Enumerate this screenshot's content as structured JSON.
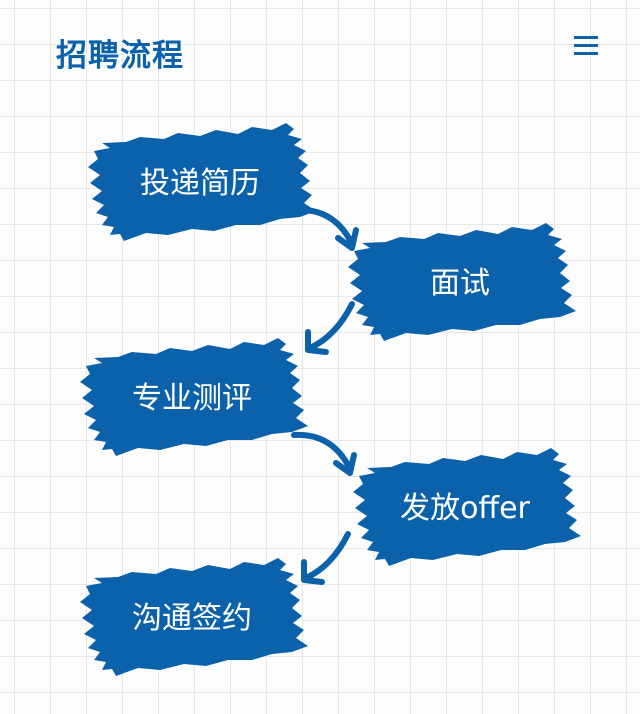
{
  "header": {
    "title": "招聘流程",
    "menu_icon": "hamburger-menu-icon"
  },
  "colors": {
    "brand": "#0b62ab",
    "grid": "#e6e6e6",
    "background": "#fdfdfd"
  },
  "steps": [
    {
      "label": "投递简历"
    },
    {
      "label": "面试"
    },
    {
      "label": "专业测评"
    },
    {
      "label": "发放offer"
    },
    {
      "label": "沟通签约"
    }
  ]
}
